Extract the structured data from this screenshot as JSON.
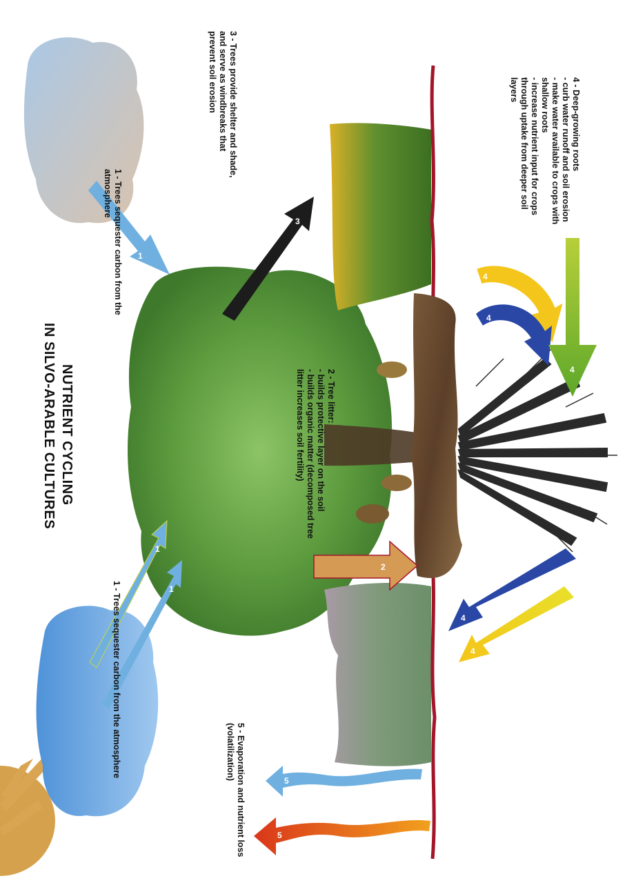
{
  "title": {
    "line1": "NUTRIENT CYCLING",
    "line2": "IN SILVO-ARABLE CULTURES"
  },
  "labels": {
    "sequester_top": {
      "line1": "1 - Trees sequester carbon from the",
      "line2": "atmosphere"
    },
    "sequester_left": "1 - Trees sequester carbon from the atmosphere",
    "shelter": {
      "line1": "3 - Trees provide shelter and shade,",
      "line2": "and serve as windbreaks that",
      "line3": "prevent soil erosion"
    },
    "litter": {
      "line1": "2 - Tree litter:",
      "line2": "- builds protective layer on the soil",
      "line3": "- builds organic matter (decomposed tree",
      "line4": "litter increases soil fertility)"
    },
    "roots": {
      "line1": "4 - Deep-growing roots",
      "line2": "- curb water runoff and soil erosion",
      "line3": "- make water available to crops with",
      "line4": "shallow roots",
      "line5": "- increase nutrient input for crops",
      "line6": "through uptake from deeper soil",
      "line7": "layers"
    },
    "evaporation": {
      "line1": "5 - Evaporation and nutrient loss",
      "line2": "(volatilization)"
    }
  },
  "arrow_numbers": {
    "one": "1",
    "two": "2",
    "three": "3",
    "four": "4",
    "five": "5"
  },
  "colors": {
    "sky_arrow": "#6fb0e0",
    "black_arrow": "#1c1c1c",
    "litter_arrow": "#d59a54",
    "yellow_arrow": "#f4d51f",
    "blue_arrow": "#2a47a6",
    "green_arrow": "#8dbf2e",
    "red_arrow": "#e04a1c",
    "soil_line": "#a3162a",
    "tree_green": "#5d9b3e",
    "trunk": "#4d3a26",
    "roots": "#2a2a2a",
    "sun": "#d6a14d"
  }
}
